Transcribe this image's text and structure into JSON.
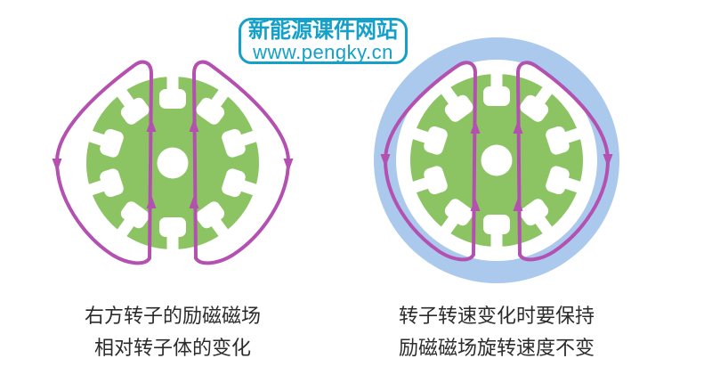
{
  "header": {
    "site_name": "新能源课件网站",
    "site_url": "www.pengky.cn"
  },
  "figures": [
    {
      "id": "left-rotor",
      "caption_line1": "右方转子的励磁磁场",
      "caption_line2": "相对转子体的变化"
    },
    {
      "id": "right-rotor-with-ring",
      "caption_line1": "转子转速变化时要保持",
      "caption_line2": "励磁磁场旋转速度不变"
    }
  ],
  "colors": {
    "rotor_green": "#8cc463",
    "stator_blue": "#aac9ed",
    "flux_purple": "#b350b0",
    "brand_cyan": "#14a0c8",
    "text_dark": "#2b2b2b"
  }
}
